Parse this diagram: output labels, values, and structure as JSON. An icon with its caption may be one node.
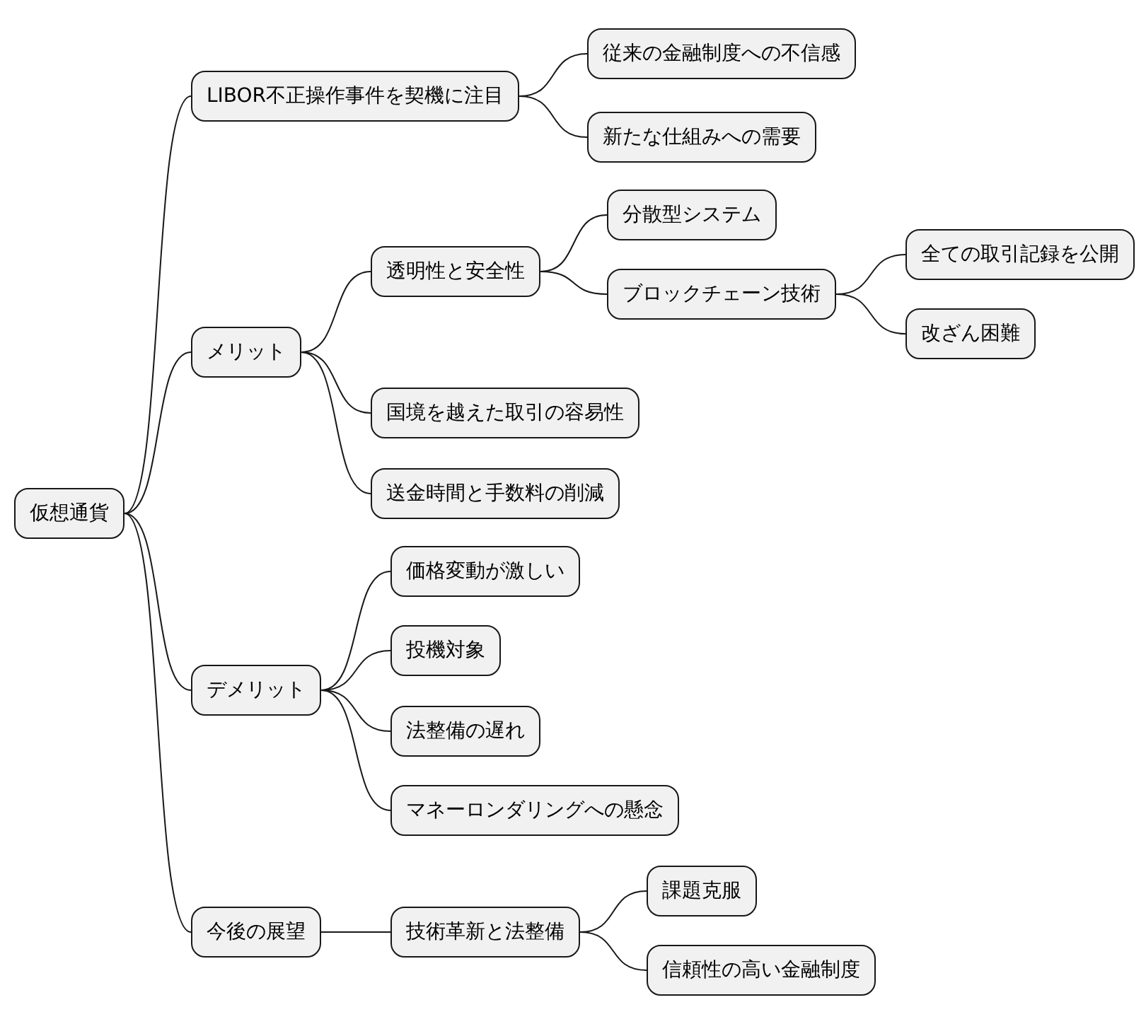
{
  "diagram": {
    "nodes": [
      {
        "text": [
          "仮想通貨"
        ]
      },
      {
        "text": [
          "LIBOR不正操作事件を契機に注目"
        ]
      },
      {
        "text": [
          "従来の金融制度への不信感"
        ]
      },
      {
        "text": [
          "新たな仕組みへの需要"
        ]
      },
      {
        "text": [
          "メリット"
        ]
      },
      {
        "text": [
          "透明性と安全性"
        ]
      },
      {
        "text": [
          "分散型システム"
        ]
      },
      {
        "text": [
          "ブロックチェーン技術"
        ]
      },
      {
        "text": [
          "全ての取引記録を公開"
        ]
      },
      {
        "text": [
          "改ざん困難"
        ]
      },
      {
        "text": [
          "国境を越えた取引の容易性"
        ]
      },
      {
        "text": [
          "送金時間と手数料の削減"
        ]
      },
      {
        "text": [
          "デメリット"
        ]
      },
      {
        "text": [
          "価格変動が激しい"
        ]
      },
      {
        "text": [
          "投機対象"
        ]
      },
      {
        "text": [
          "法整備の遅れ"
        ]
      },
      {
        "text": [
          "マネーロンダリングへの懸念"
        ]
      },
      {
        "text": [
          "今後の展望"
        ]
      },
      {
        "text": [
          "技術革新と法整備"
        ]
      },
      {
        "text": [
          "課題克服"
        ]
      },
      {
        "text": [
          "信頼性の高い金融制度"
        ]
      }
    ],
    "edges": [
      {
        "from": 0,
        "to": 1,
        "arrow": "none"
      },
      {
        "from": 1,
        "to": 2,
        "arrow": "none"
      },
      {
        "from": 1,
        "to": 3,
        "arrow": "none"
      },
      {
        "from": 0,
        "to": 4,
        "arrow": "none"
      },
      {
        "from": 4,
        "to": 5,
        "arrow": "none"
      },
      {
        "from": 5,
        "to": 6,
        "arrow": "none"
      },
      {
        "from": 5,
        "to": 7,
        "arrow": "none"
      },
      {
        "from": 7,
        "to": 8,
        "arrow": "none"
      },
      {
        "from": 7,
        "to": 9,
        "arrow": "none"
      },
      {
        "from": 4,
        "to": 10,
        "arrow": "none"
      },
      {
        "from": 4,
        "to": 11,
        "arrow": "none"
      },
      {
        "from": 0,
        "to": 12,
        "arrow": "none"
      },
      {
        "from": 12,
        "to": 13,
        "arrow": "none"
      },
      {
        "from": 12,
        "to": 14,
        "arrow": "none"
      },
      {
        "from": 12,
        "to": 15,
        "arrow": "none"
      },
      {
        "from": 12,
        "to": 16,
        "arrow": "none"
      },
      {
        "from": 0,
        "to": 17,
        "arrow": "none"
      },
      {
        "from": 17,
        "to": 18,
        "arrow": "none"
      },
      {
        "from": 18,
        "to": 19,
        "arrow": "none"
      },
      {
        "from": 18,
        "to": 20,
        "arrow": "none"
      }
    ]
  }
}
